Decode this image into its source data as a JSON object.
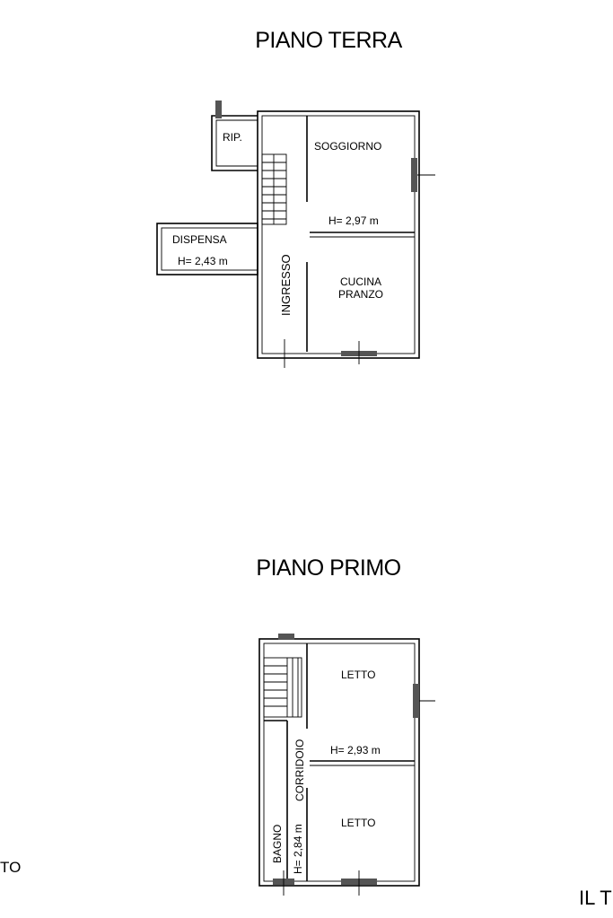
{
  "titles": {
    "ground": "PIANO TERRA",
    "first": "PIANO PRIMO"
  },
  "edge_text": {
    "left": "TO",
    "right": "IL T"
  },
  "ground_floor": {
    "rooms": {
      "rip": "RIP.",
      "soggiorno": "SOGGIORNO",
      "soggiorno_height": "H= 2,97 m",
      "dispensa": "DISPENSA",
      "dispensa_height": "H= 2,43 m",
      "ingresso": "INGRESSO",
      "cucina_line1": "CUCINA",
      "cucina_line2": "PRANZO"
    }
  },
  "first_floor": {
    "rooms": {
      "letto_top": "LETTO",
      "letto_top_height": "H= 2,93 m",
      "corridoio": "CORRIDOIO",
      "letto_bottom": "LETTO",
      "bagno": "BAGNO",
      "bagno_height": "H= 2,84 m"
    }
  }
}
